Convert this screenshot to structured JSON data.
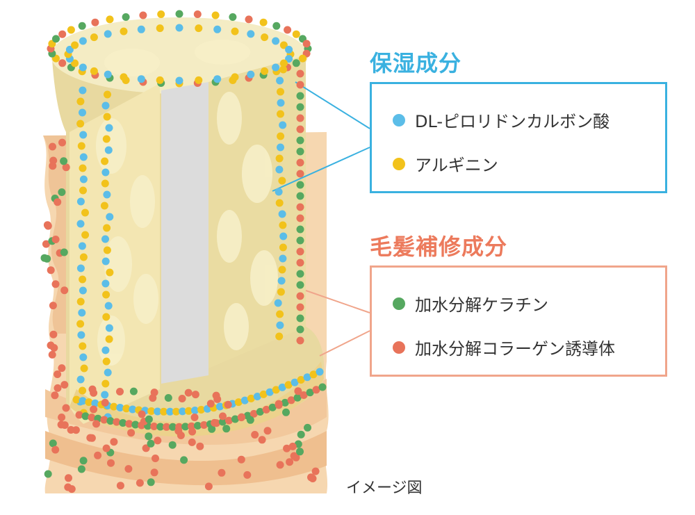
{
  "colors": {
    "blue": "#5bbde8",
    "yellow": "#f2c21b",
    "green": "#56a860",
    "red": "#e8735a",
    "line_blue": "#3ab1e0",
    "line_orange": "#f0a58b"
  },
  "moisturizing": {
    "title": "保湿成分",
    "items": [
      {
        "label": "DL-ピロリドンカルボン酸",
        "color": "#5bbde8"
      },
      {
        "label": "アルギニン",
        "color": "#f2c21b"
      }
    ]
  },
  "repair": {
    "title": "毛髪補修成分",
    "items": [
      {
        "label": "加水分解ケラチン",
        "color": "#56a860"
      },
      {
        "label": "加水分解コラーゲン誘導体",
        "color": "#e8735a"
      }
    ]
  },
  "caption": "イメージ図"
}
